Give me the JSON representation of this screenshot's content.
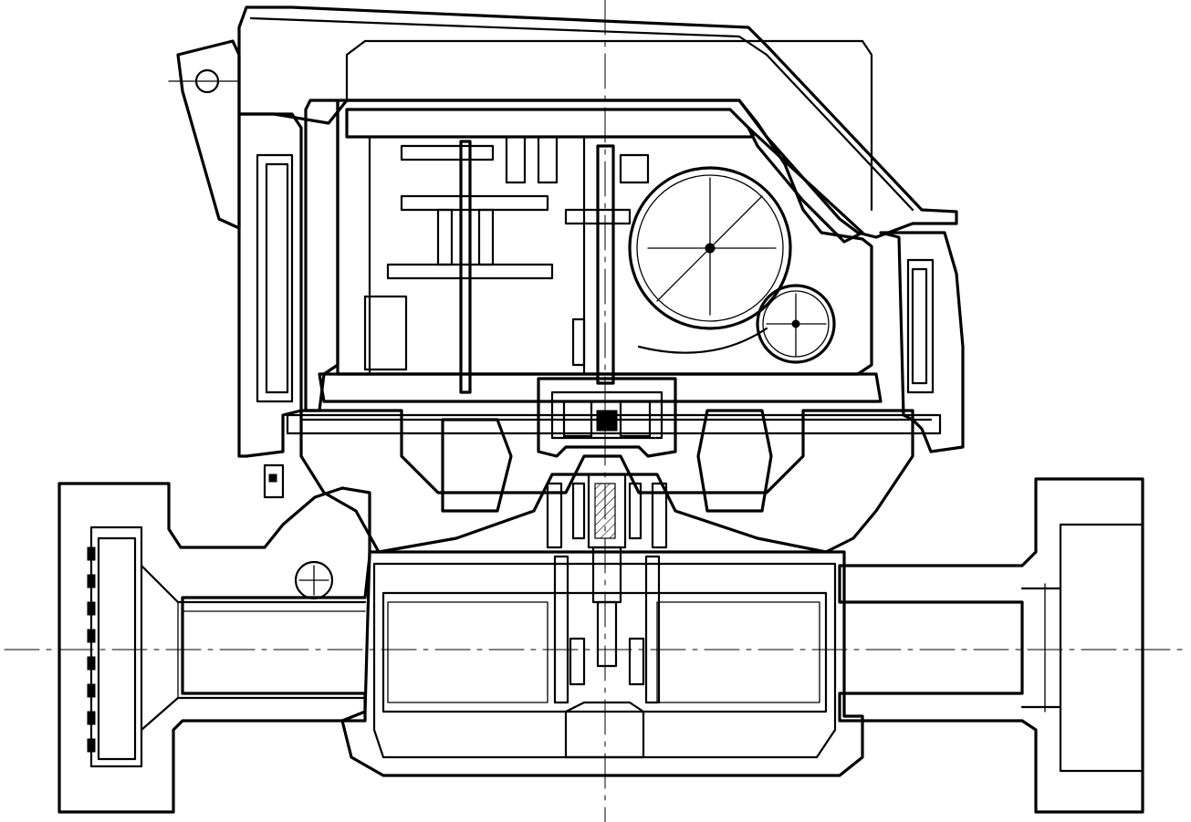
{
  "drawing": {
    "kind": "cross-section technical drawing",
    "colors": {
      "line": "#000000",
      "background": "#ffffff",
      "hatch": "#000000"
    },
    "hatch_pattern": "diagonal-45",
    "parts": [
      "terminal-housing-cover",
      "hinge-lug",
      "gear-train",
      "large-dial-wheel",
      "small-dial-wheel",
      "magnetic-coupling",
      "impeller-chamber",
      "left-inlet-flange",
      "right-outlet-flange",
      "flow-pipe",
      "strainer-screen",
      "check-plug",
      "central-shaft"
    ]
  }
}
